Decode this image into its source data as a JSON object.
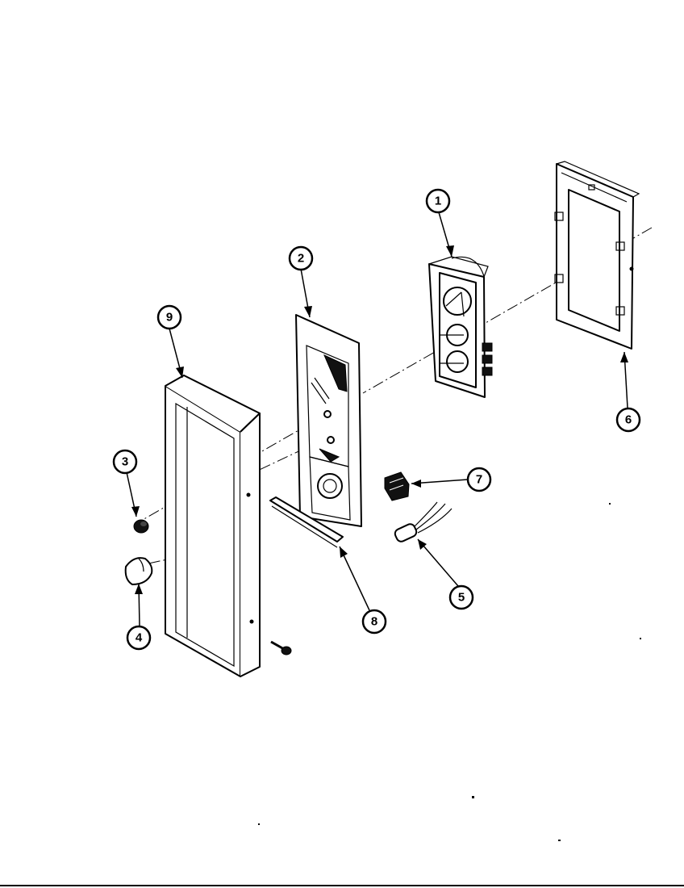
{
  "callouts": [
    {
      "id": "c1",
      "label": "1"
    },
    {
      "id": "c2",
      "label": "2"
    },
    {
      "id": "c3",
      "label": "3"
    },
    {
      "id": "c4",
      "label": "4"
    },
    {
      "id": "c5",
      "label": "5"
    },
    {
      "id": "c6",
      "label": "6"
    },
    {
      "id": "c7",
      "label": "7"
    },
    {
      "id": "c8",
      "label": "8"
    },
    {
      "id": "c9",
      "label": "9"
    }
  ],
  "colors": {
    "ink": "#000000",
    "paper": "#ffffff"
  }
}
